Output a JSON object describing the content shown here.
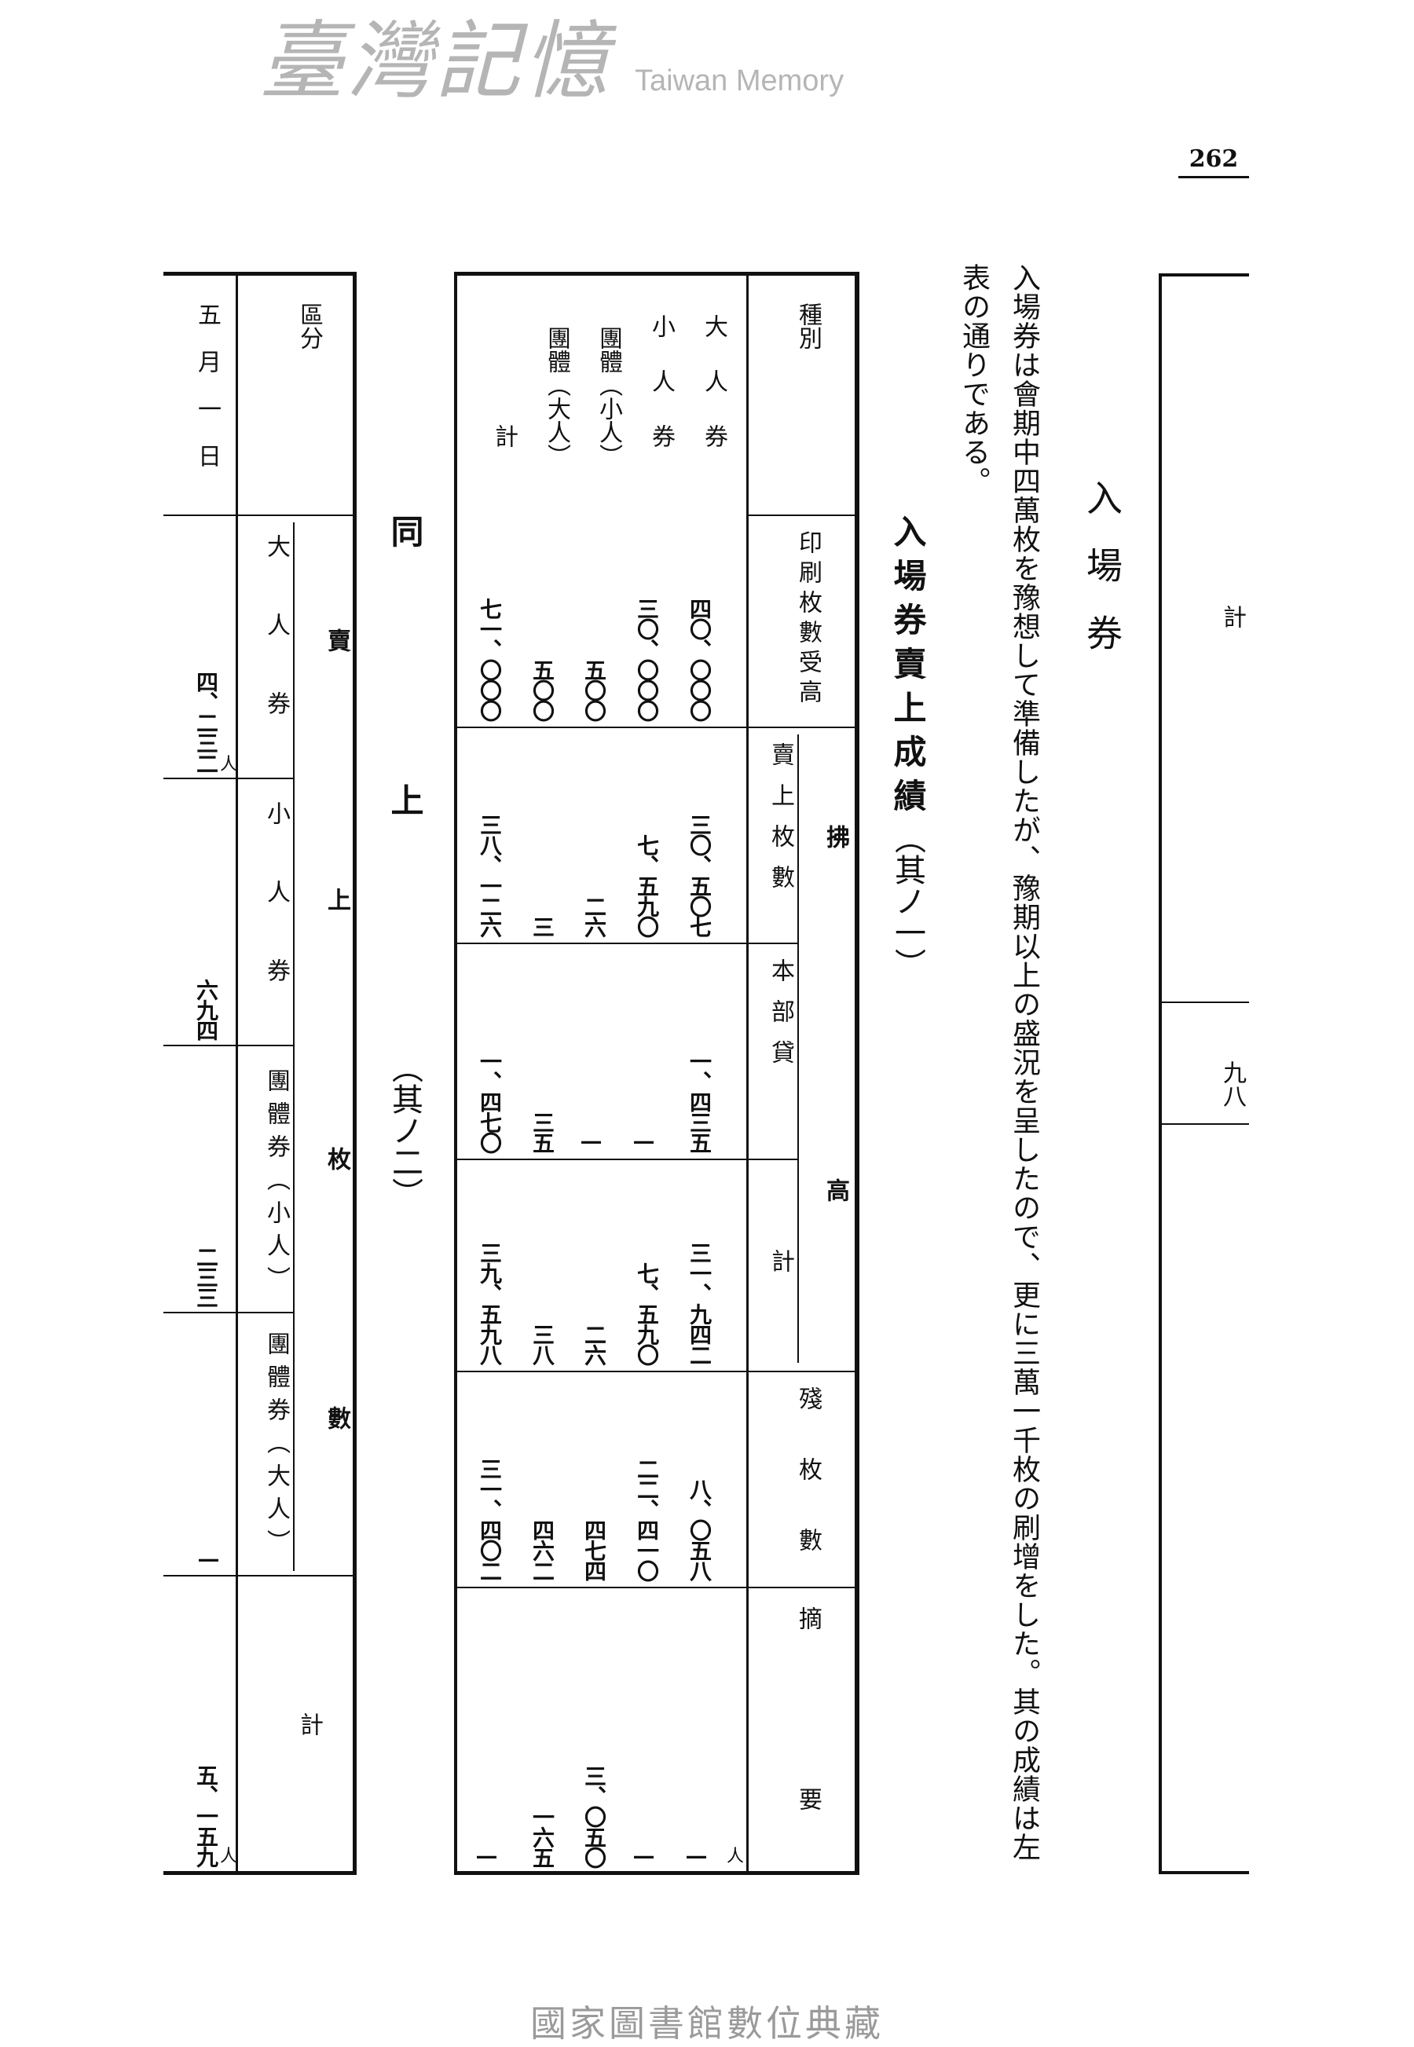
{
  "page_number": "262",
  "summary_table": {
    "label": "計",
    "value": "九八"
  },
  "section_heading": "入場券",
  "paragraph": [
    "入場券は會期中四萬枚を豫想して準備したが、豫期以上の盛況を呈したので、更に三萬一千枚の刷增をした。其の成績は左",
    "表の通りである。"
  ],
  "table1": {
    "title": "入場券賣上成績",
    "subtitle": "（其ノ一）",
    "header_label": "種別",
    "col_headers": {
      "printed": "印刷枚數受高",
      "disbursed": "拂高",
      "sold": "賣上枚數",
      "hq_loan": "本部貸",
      "subtotal": "計",
      "remaining": "殘枚數",
      "remarks": "摘要"
    },
    "rows": [
      {
        "kind": "大人券",
        "printed": "四〇、〇〇〇",
        "sold": "三〇、五〇七",
        "hq_loan": "一、四三五",
        "subtotal": "三一、九四二",
        "remaining": "八、〇五八",
        "remarks": "—"
      },
      {
        "kind": "小人券",
        "printed": "三〇、〇〇〇",
        "sold": "七、五九〇",
        "hq_loan": "—",
        "subtotal": "七、五九〇",
        "remaining": "二二、四一〇",
        "remarks": "—"
      },
      {
        "kind": "團體（小人）",
        "printed": "五〇〇",
        "sold": "二六",
        "hq_loan": "—",
        "subtotal": "二六",
        "remaining": "四七四",
        "remarks": "三、〇五〇"
      },
      {
        "kind": "團體（大人）",
        "printed": "五〇〇",
        "sold": "三",
        "hq_loan": "三五",
        "subtotal": "三八",
        "remaining": "四六二",
        "remarks": "一六五"
      },
      {
        "kind": "計",
        "printed": "七一、〇〇〇",
        "sold": "三八、一二六",
        "hq_loan": "一、四七〇",
        "subtotal": "三九、五九八",
        "remaining": "三一、四〇二",
        "remarks": "—"
      }
    ],
    "unit": "人"
  },
  "table2": {
    "title": "同上",
    "subtitle": "（其ノ二）",
    "header_label": "區分",
    "group_label": "賣上枚數",
    "col_headers": [
      "大人券",
      "小人券",
      "團體券（小人）",
      "團體券（大人）",
      "計"
    ],
    "rows": [
      {
        "date": "五月一日",
        "values": [
          "四、二三二",
          "六九四",
          "二三三",
          "—",
          "五、一五九"
        ]
      }
    ],
    "unit": "人"
  },
  "watermark": {
    "cjk": "臺灣記憶",
    "en": "Taiwan Memory"
  },
  "footer": "國家圖書館數位典藏"
}
